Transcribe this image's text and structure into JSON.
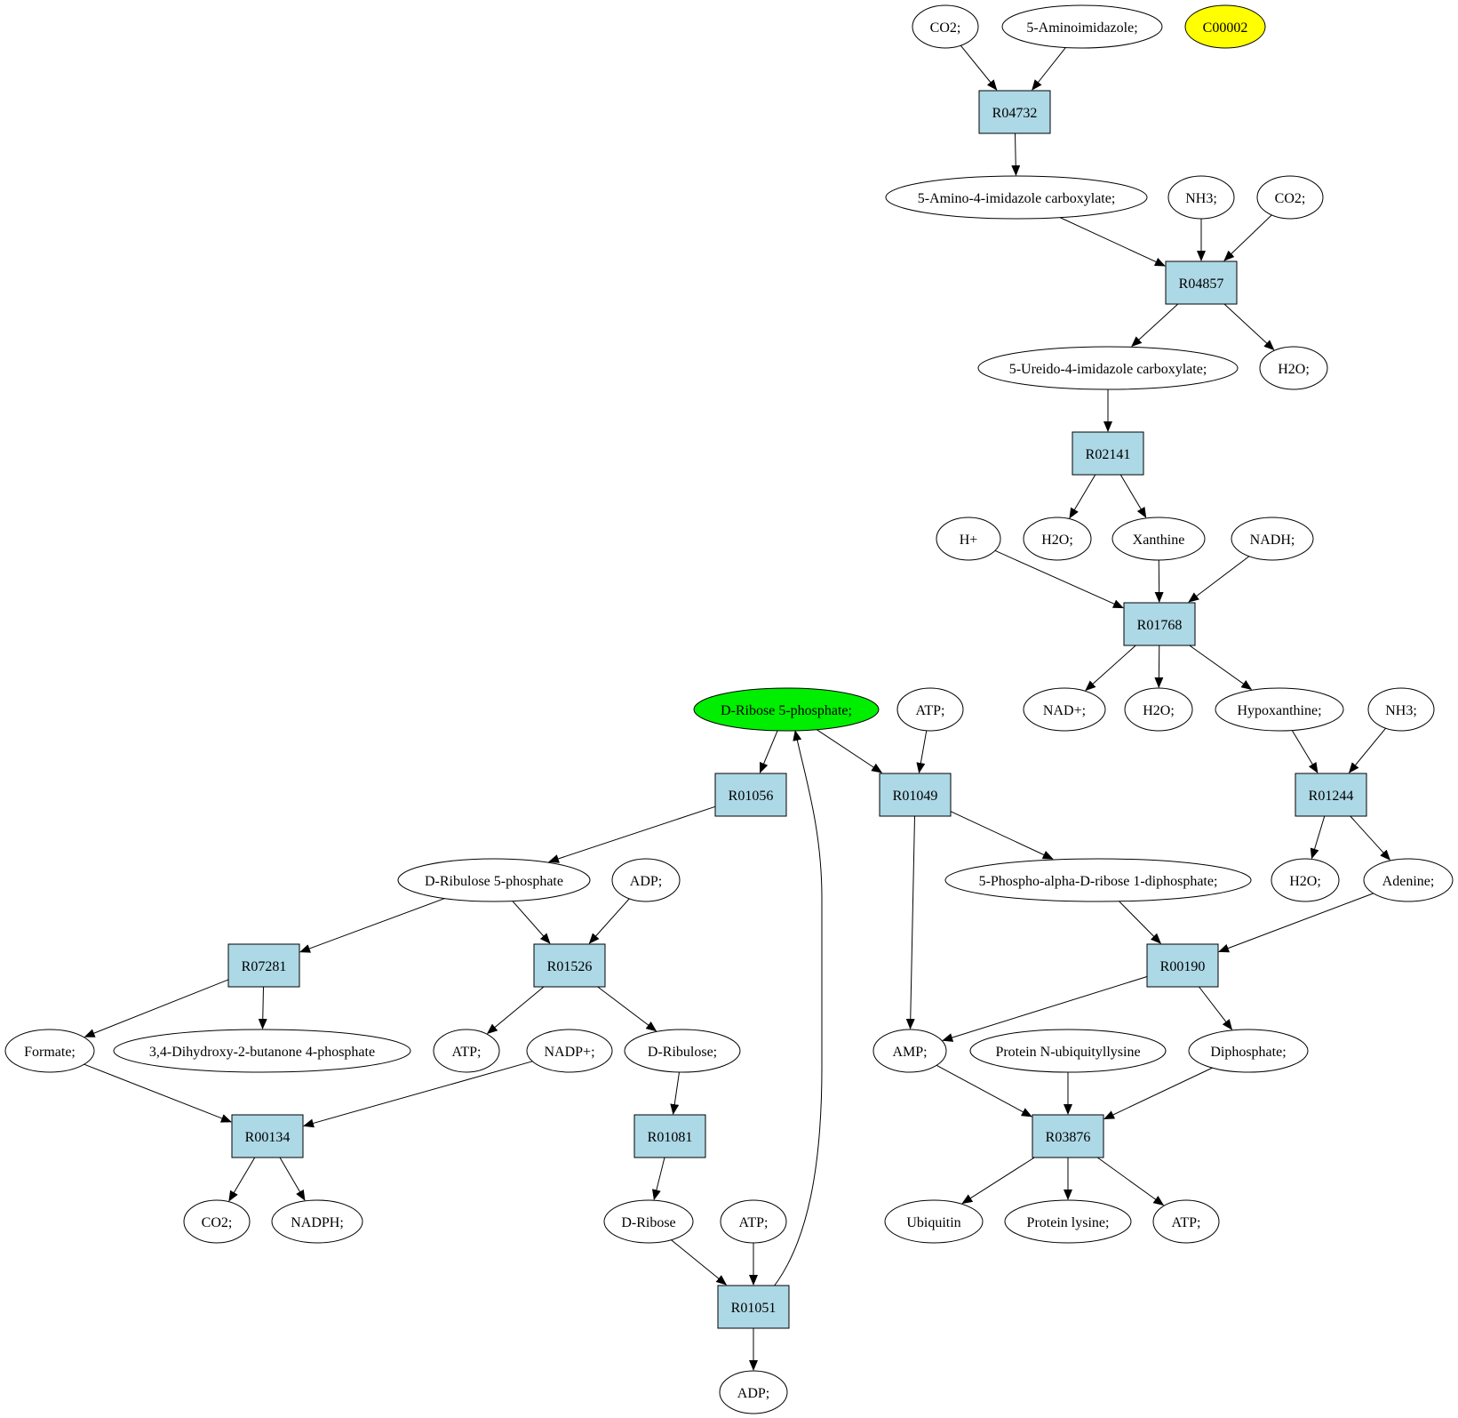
{
  "colors": {
    "reaction_fill": "#add8e6",
    "compound_fill": "#ffffff",
    "highlight_green": "#00ee00",
    "highlight_yellow": "#ffff00",
    "stroke": "#000000"
  },
  "reactions": {
    "R04732": "R04732",
    "R04857": "R04857",
    "R02141": "R02141",
    "R01768": "R01768",
    "R01244": "R01244",
    "R01049": "R01049",
    "R01056": "R01056",
    "R00190": "R00190",
    "R07281": "R07281",
    "R01526": "R01526",
    "R00134": "R00134",
    "R01081": "R01081",
    "R03876": "R03876",
    "R01051": "R01051"
  },
  "compounds": {
    "co2_top": "CO2;",
    "aminoimidazole": "5-Aminoimidazole;",
    "c00002": "C00002",
    "amino_imidazole_carboxylate": "5-Amino-4-imidazole carboxylate;",
    "nh3_a": "NH3;",
    "co2_b": "CO2;",
    "ureido_carboxylate": "5-Ureido-4-imidazole carboxylate;",
    "h2o_a": "H2O;",
    "h_plus": "H+",
    "h2o_b": "H2O;",
    "xanthine": "Xanthine",
    "nadh": "NADH;",
    "ribose5p": "D-Ribose 5-phosphate;",
    "atp_a": "ATP;",
    "nad_plus": "NAD+;",
    "h2o_c": "H2O;",
    "hypoxanthine": "Hypoxanthine;",
    "nh3_b": "NH3;",
    "ribulose5p": "D-Ribulose 5-phosphate",
    "adp_a": "ADP;",
    "prpp": "5-Phospho-alpha-D-ribose 1-diphosphate;",
    "h2o_d": "H2O;",
    "adenine": "Adenine;",
    "formate": "Formate;",
    "dihydroxybutanone": "3,4-Dihydroxy-2-butanone 4-phosphate",
    "atp_b": "ATP;",
    "nadp_plus": "NADP+;",
    "d_ribulose": "D-Ribulose;",
    "amp": "AMP;",
    "protein_ubiquityllysine": "Protein N-ubiquityllysine",
    "diphosphate": "Diphosphate;",
    "co2_c": "CO2;",
    "nadph": "NADPH;",
    "d_ribose": "D-Ribose",
    "atp_c": "ATP;",
    "ubiquitin": "Ubiquitin",
    "protein_lysine": "Protein lysine;",
    "atp_d": "ATP;",
    "adp_b": "ADP;"
  }
}
